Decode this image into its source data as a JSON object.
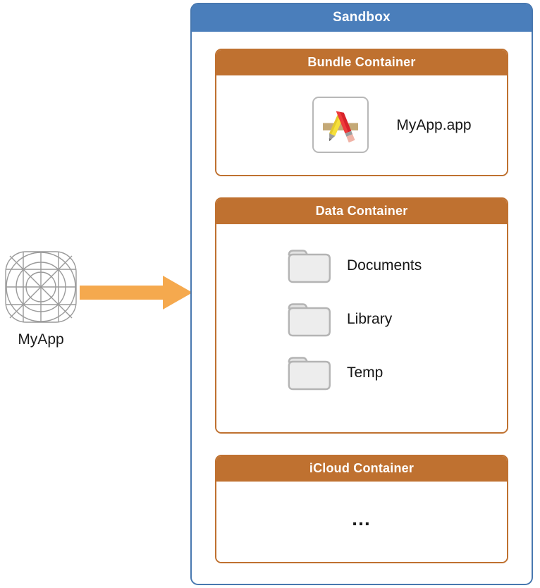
{
  "source": {
    "icon_name": "app-grid-template-icon",
    "label": "MyApp"
  },
  "arrow": {
    "icon_name": "right-arrow-icon",
    "color": "#F5A94E"
  },
  "sandbox": {
    "title": "Sandbox",
    "header_color": "#4A7EBB",
    "border_color": "#4878B0",
    "containers": [
      {
        "title": "Bundle Container",
        "items": [
          {
            "label": "MyApp.app",
            "icon_name": "xcode-app-icon"
          }
        ]
      },
      {
        "title": "Data Container",
        "items": [
          {
            "label": "Documents",
            "icon_name": "folder-icon"
          },
          {
            "label": "Library",
            "icon_name": "folder-icon"
          },
          {
            "label": "Temp",
            "icon_name": "folder-icon"
          }
        ]
      },
      {
        "title": "iCloud Container",
        "items": [
          {
            "label": "…",
            "icon_name": "ellipsis-icon"
          }
        ]
      }
    ],
    "container_header_color": "#BF7130",
    "container_border_color": "#BF7130"
  }
}
